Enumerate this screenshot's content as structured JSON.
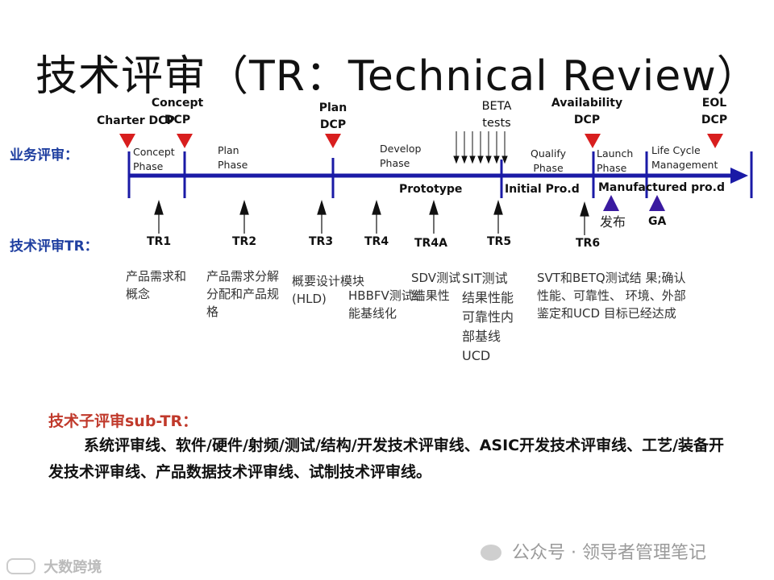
{
  "title": "技术评审（TR：Technical Review）",
  "rows": {
    "business_review": "业务评审：",
    "tech_review": "技术评审TR："
  },
  "milestones": {
    "charter": "Charter DCP",
    "concept_1": "Concept",
    "concept_2": "DCP",
    "plan_1": "Plan",
    "plan_2": "DCP",
    "beta_1": "BETA",
    "beta_2": "tests",
    "availability_1": "Availability",
    "availability_2": "DCP",
    "eol_1": "EOL",
    "eol_2": "DCP"
  },
  "phases": {
    "concept": "Concept Phase",
    "plan": "Plan Phase",
    "develop": "Develop Phase",
    "qualify": "Qualify Phase",
    "launch": "Launch Phase",
    "lifecycle": "Life Cycle Management"
  },
  "stages": {
    "prototype": "Prototype",
    "initial": "Initial Pro.d",
    "manufactured": "Manufactured pro.d"
  },
  "release": {
    "fabu": "发布",
    "ga": "GA"
  },
  "tr_labels": {
    "tr1": "TR1",
    "tr2": "TR2",
    "tr3": "TR3",
    "tr4": "TR4",
    "tr4a": "TR4A",
    "tr5": "TR5",
    "tr6": "TR6"
  },
  "tr_desc": {
    "tr1": "产品需求和概念",
    "tr2": "产品需求分解分配和产品规格",
    "tr3": "概要设计模块(HLD)",
    "tr4": "HBBFV测试结果性能基线化",
    "tr4a": "SDV测试结",
    "tr5": "SIT测试结果性能可靠性内部基线UCD",
    "tr6": "SVT和BETQ测试结 果;确认性能、可靠性、 环境、外部鉴定和UCD 目标已经达成"
  },
  "sub_tr": {
    "heading": "技术子评审sub-TR：",
    "body": "系统评审线、软件/硬件/射频/测试/结构/开发技术评审线、ASIC开发技术评审线、工艺/装备开发技术评审线、产品数据技术评审线、试制技术评审线。"
  },
  "watermarks": {
    "right": "公众号 · 领导者管理笔记",
    "left": "大数跨境"
  },
  "colors": {
    "timeline": "#1a1aa6",
    "dcp_marker": "#d81e1e",
    "release_marker": "#3a1aa0",
    "row_label": "#1f3fa0",
    "sub_heading": "#c0392b"
  }
}
